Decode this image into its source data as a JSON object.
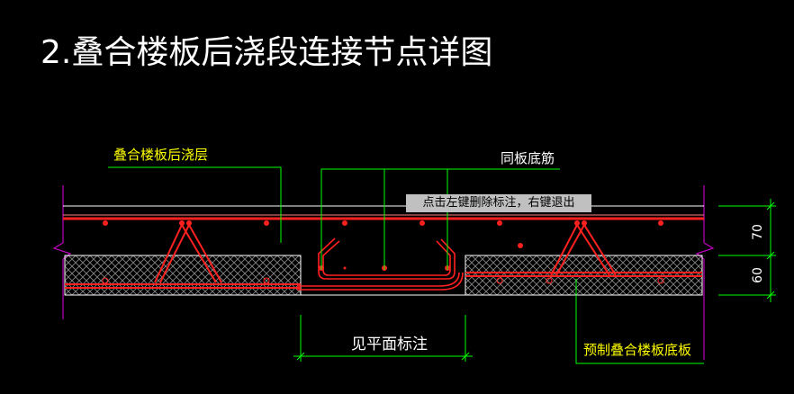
{
  "title": "2.叠合楼板后浇段连接节点详图",
  "labels": {
    "pour_layer": "叠合楼板后浇层",
    "same_bottom_rebar": "同板底筋",
    "see_plan": "见平面标注",
    "precast_bottom": "预制叠合楼板底板"
  },
  "dimensions": {
    "upper": "70",
    "lower": "60"
  },
  "tooltip": "点击左键删除标注，右键退出",
  "colors": {
    "background": "#000000",
    "rebar": "#ff2020",
    "leader": "#00ff00",
    "dimension": "#00ff00",
    "text": "#ffffff",
    "label": "#ffff00",
    "boundary": "#c000c0",
    "hatch": "#ffffff"
  }
}
